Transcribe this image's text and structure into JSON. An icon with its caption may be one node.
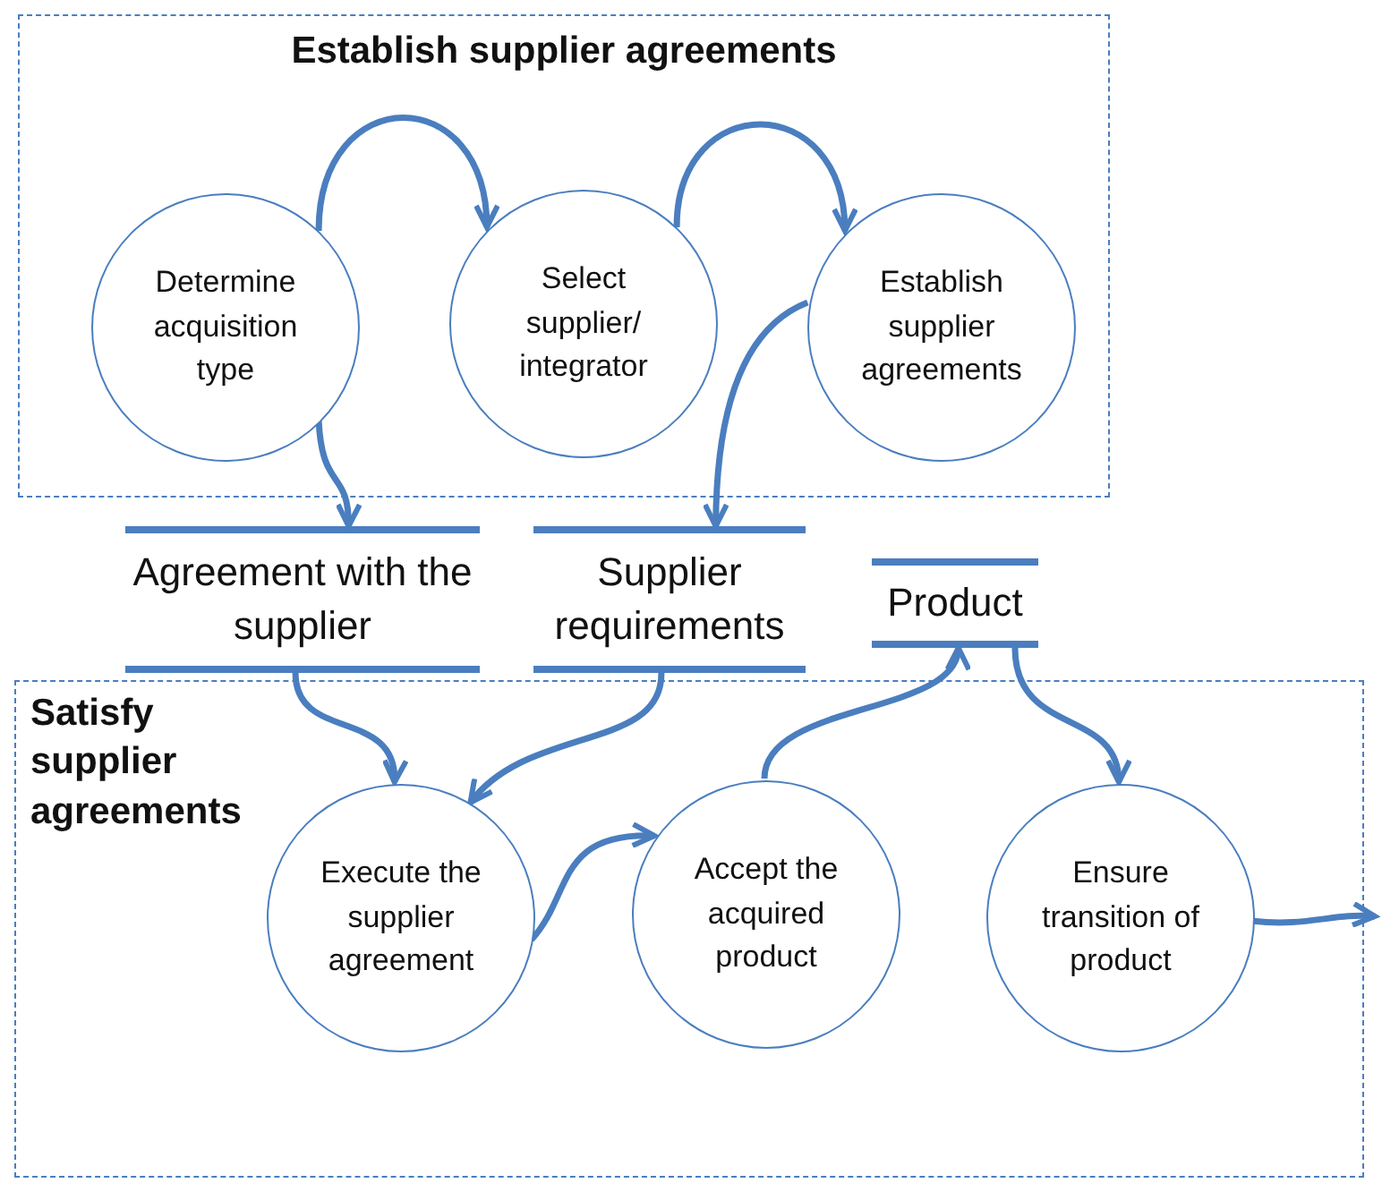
{
  "diagram": {
    "nodes": [
      {
        "text": [
          "Establish supplier agreements"
        ]
      },
      {
        "text": [
          "Determine acquisition type"
        ],
        "in": 0
      },
      {
        "text": [
          "Select supplier/ integrator"
        ],
        "in": 0
      },
      {
        "text": [
          "Establish supplier agreements"
        ],
        "in": 0
      },
      {
        "text": [
          "Agreement with the supplier"
        ]
      },
      {
        "text": [
          "Supplier requirements"
        ]
      },
      {
        "text": [
          "Product"
        ]
      },
      {
        "text": [
          "Satisfy supplier agreements"
        ]
      },
      {
        "text": [
          "Execute the supplier agreement"
        ],
        "in": 7
      },
      {
        "text": [
          "Accept the acquired product"
        ],
        "in": 7
      },
      {
        "text": [
          "Ensure transition of product"
        ],
        "in": 7
      }
    ],
    "edges": [
      {
        "from": 1,
        "to": 2,
        "arrow": "to"
      },
      {
        "from": 2,
        "to": 3,
        "arrow": "to"
      },
      {
        "from": 1,
        "to": 4,
        "arrow": "to"
      },
      {
        "from": 3,
        "to": 5,
        "arrow": "to"
      },
      {
        "from": 4,
        "to": 8,
        "arrow": "to"
      },
      {
        "from": 5,
        "to": 8,
        "arrow": "to"
      },
      {
        "from": 8,
        "to": 9,
        "arrow": "to"
      },
      {
        "from": 9,
        "to": 6,
        "arrow": "to"
      },
      {
        "from": 6,
        "to": 10,
        "arrow": "to"
      },
      {
        "from": 10,
        "to": null,
        "arrow": "to"
      }
    ]
  }
}
